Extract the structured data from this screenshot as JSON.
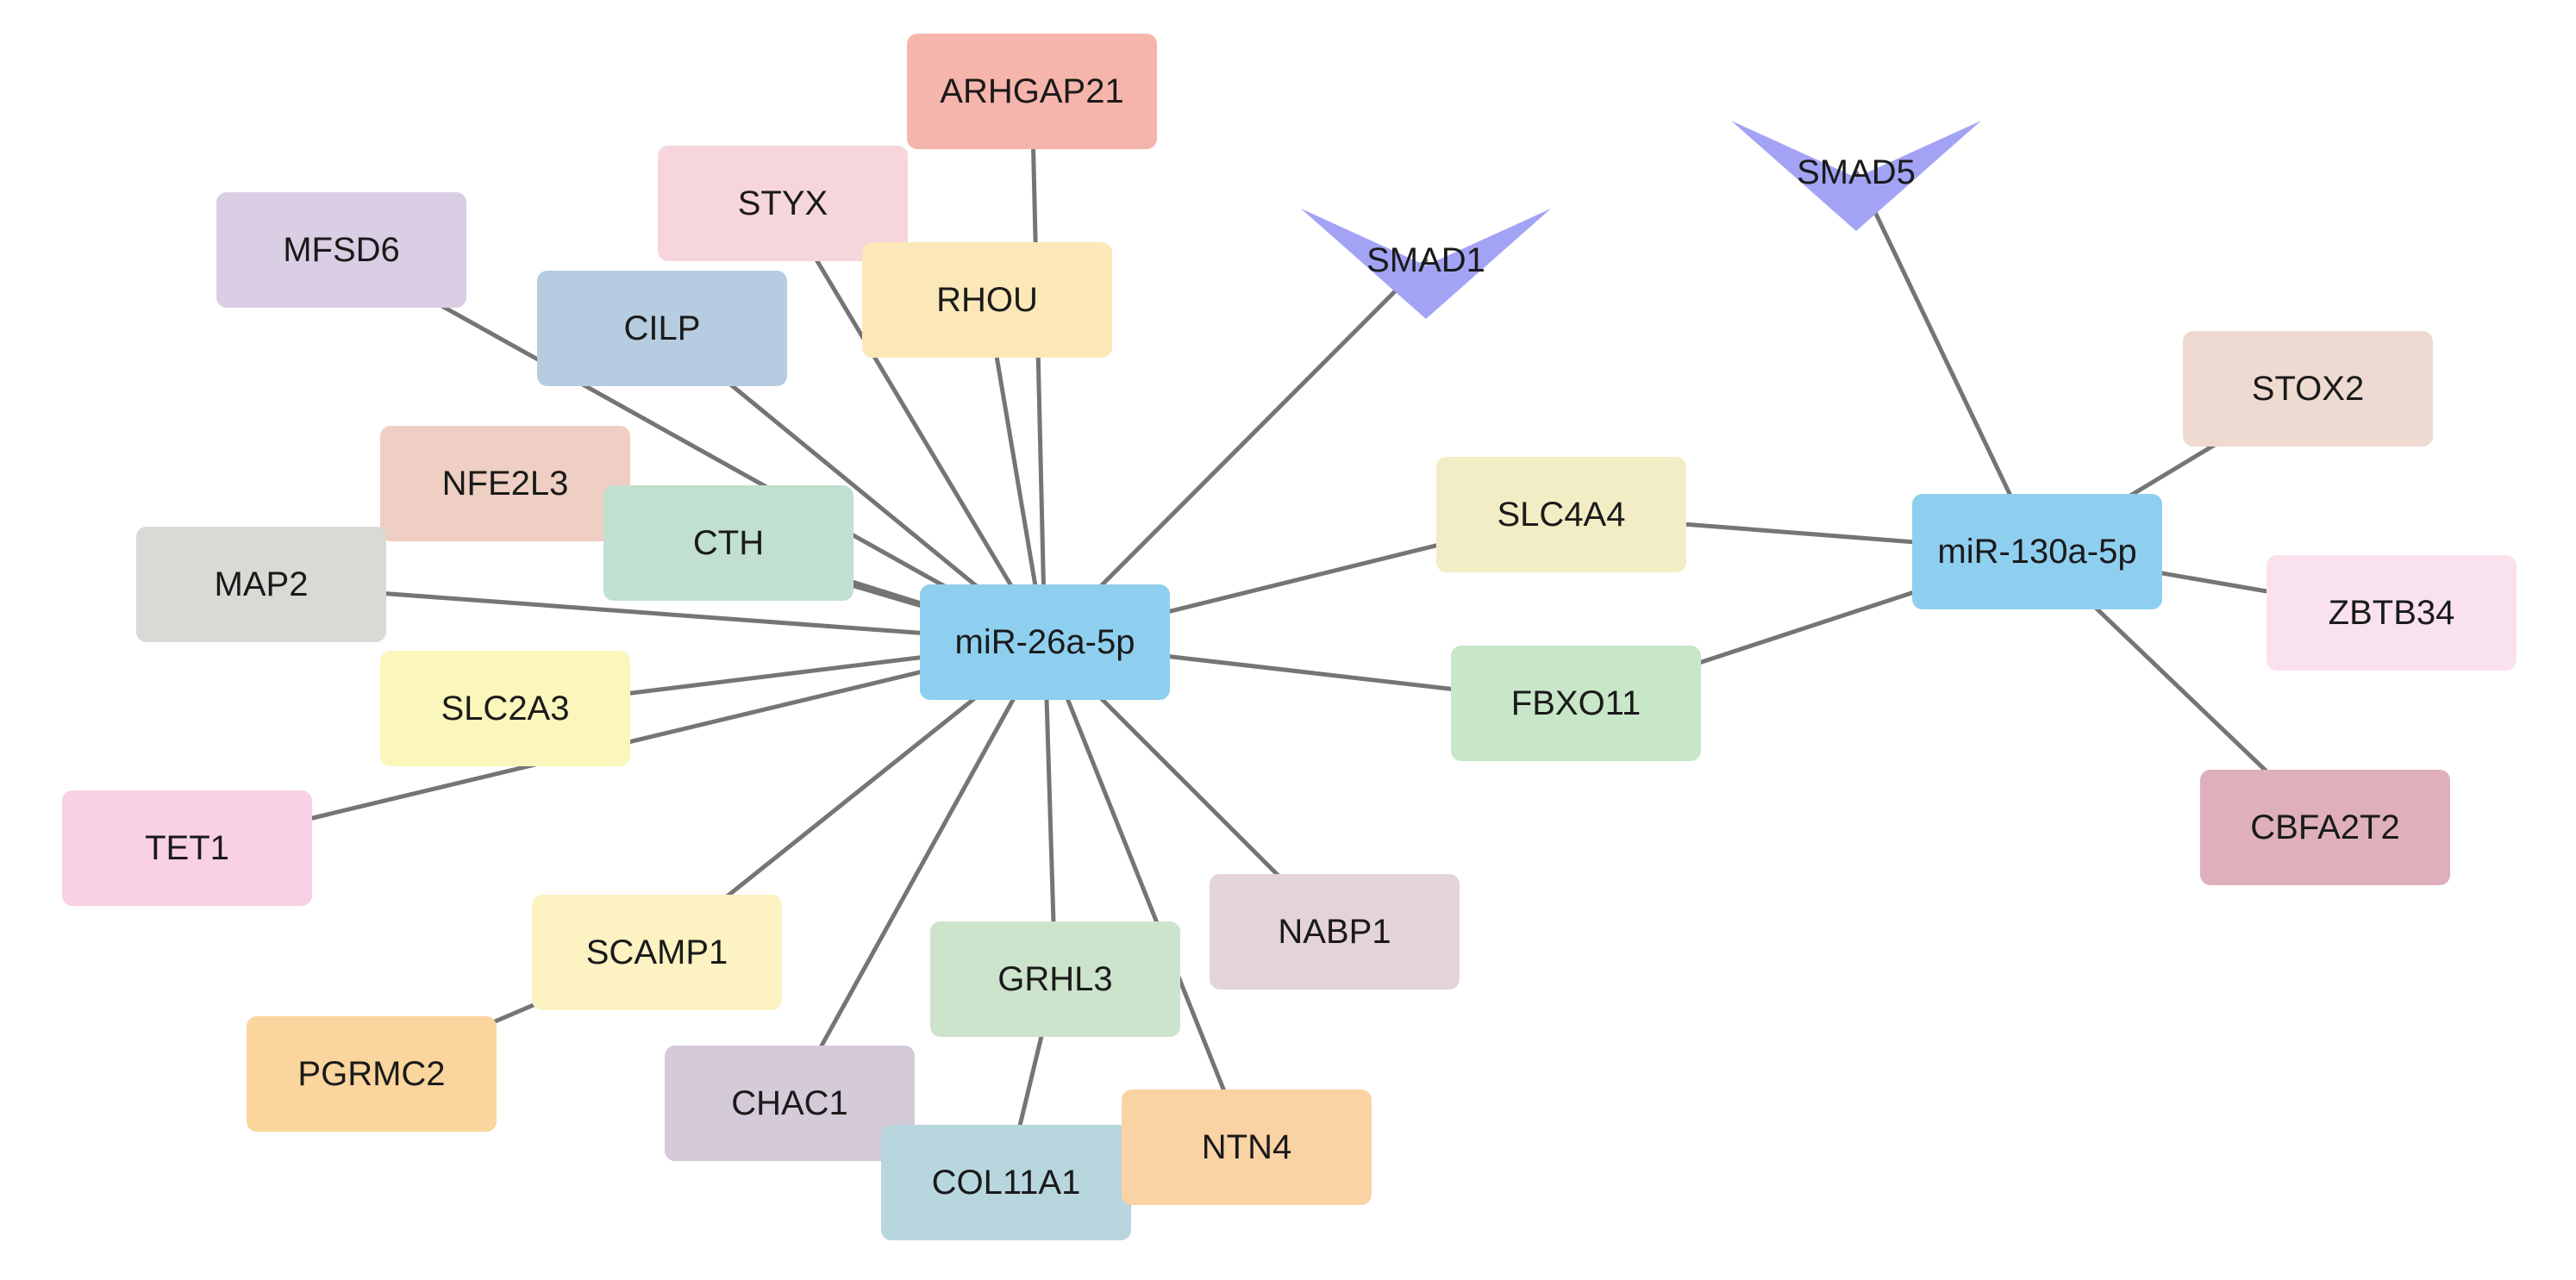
{
  "nodes": [
    {
      "id": "mir26a",
      "label": "miR-26a-5p",
      "shape": "rect",
      "color": "#8ECFF0"
    },
    {
      "id": "mir130a",
      "label": "miR-130a-5p",
      "shape": "rect",
      "color": "#8ECFF0"
    },
    {
      "id": "smad1",
      "label": "SMAD1",
      "shape": "vee",
      "color": "#A3A3F5"
    },
    {
      "id": "smad5",
      "label": "SMAD5",
      "shape": "vee",
      "color": "#A3A3F5"
    },
    {
      "id": "arhgap21",
      "label": "ARHGAP21",
      "shape": "rect",
      "color": "#F6B5AC"
    },
    {
      "id": "styx",
      "label": "STYX",
      "shape": "rect",
      "color": "#F6D6DC"
    },
    {
      "id": "rhou",
      "label": "RHOU",
      "shape": "rect",
      "color": "#FBE7B8"
    },
    {
      "id": "mfsd6",
      "label": "MFSD6",
      "shape": "rect",
      "color": "#D9CEE3"
    },
    {
      "id": "cilp",
      "label": "CILP",
      "shape": "rect",
      "color": "#B6CCE0"
    },
    {
      "id": "nfe2l3",
      "label": "NFE2L3",
      "shape": "rect",
      "color": "#EFCFC3"
    },
    {
      "id": "cth",
      "label": "CTH",
      "shape": "rect",
      "color": "#C1E0CF"
    },
    {
      "id": "map2",
      "label": "MAP2",
      "shape": "rect",
      "color": "#D8DAD6"
    },
    {
      "id": "slc2a3",
      "label": "SLC2A3",
      "shape": "rect",
      "color": "#FBF6BC"
    },
    {
      "id": "tet1",
      "label": "TET1",
      "shape": "rect",
      "color": "#F9D1E5"
    },
    {
      "id": "scamp1",
      "label": "SCAMP1",
      "shape": "rect",
      "color": "#FCF2C2"
    },
    {
      "id": "pgrmc2",
      "label": "PGRMC2",
      "shape": "rect",
      "color": "#FAD59D"
    },
    {
      "id": "chac1",
      "label": "CHAC1",
      "shape": "rect",
      "color": "#D5CAD8"
    },
    {
      "id": "grhl3",
      "label": "GRHL3",
      "shape": "rect",
      "color": "#CCE3CC"
    },
    {
      "id": "col11a1",
      "label": "COL11A1",
      "shape": "rect",
      "color": "#B8D6DD"
    },
    {
      "id": "nabp1",
      "label": "NABP1",
      "shape": "rect",
      "color": "#E5D3DC"
    },
    {
      "id": "ntn4",
      "label": "NTN4",
      "shape": "rect",
      "color": "#FAD3A5"
    },
    {
      "id": "slc4a4",
      "label": "SLC4A4",
      "shape": "rect",
      "color": "#F2EDC4"
    },
    {
      "id": "fbxo11",
      "label": "FBXO11",
      "shape": "rect",
      "color": "#C8E6C8"
    },
    {
      "id": "stox2",
      "label": "STOX2",
      "shape": "rect",
      "color": "#EEDAD0"
    },
    {
      "id": "zbtb34",
      "label": "ZBTB34",
      "shape": "rect",
      "color": "#F9E1EE"
    },
    {
      "id": "cbfa2t2",
      "label": "CBFA2T2",
      "shape": "rect",
      "color": "#DFB0BB"
    }
  ],
  "edges": [
    {
      "source": "mir26a",
      "target": "arhgap21"
    },
    {
      "source": "mir26a",
      "target": "styx"
    },
    {
      "source": "mir26a",
      "target": "rhou"
    },
    {
      "source": "mir26a",
      "target": "smad1"
    },
    {
      "source": "mir26a",
      "target": "mfsd6"
    },
    {
      "source": "mir26a",
      "target": "cilp"
    },
    {
      "source": "mir26a",
      "target": "nfe2l3"
    },
    {
      "source": "mir26a",
      "target": "cth"
    },
    {
      "source": "mir26a",
      "target": "map2"
    },
    {
      "source": "mir26a",
      "target": "slc2a3"
    },
    {
      "source": "mir26a",
      "target": "tet1"
    },
    {
      "source": "mir26a",
      "target": "scamp1"
    },
    {
      "source": "mir26a",
      "target": "chac1"
    },
    {
      "source": "mir26a",
      "target": "grhl3"
    },
    {
      "source": "mir26a",
      "target": "nabp1"
    },
    {
      "source": "mir26a",
      "target": "ntn4"
    },
    {
      "source": "mir26a",
      "target": "slc4a4"
    },
    {
      "source": "mir26a",
      "target": "fbxo11"
    },
    {
      "source": "scamp1",
      "target": "pgrmc2"
    },
    {
      "source": "grhl3",
      "target": "col11a1"
    },
    {
      "source": "mir130a",
      "target": "smad5"
    },
    {
      "source": "mir130a",
      "target": "slc4a4"
    },
    {
      "source": "mir130a",
      "target": "fbxo11"
    },
    {
      "source": "mir130a",
      "target": "stox2"
    },
    {
      "source": "mir130a",
      "target": "zbtb34"
    },
    {
      "source": "mir130a",
      "target": "cbfa2t2"
    }
  ],
  "style": {
    "edge_color": "#757575",
    "label_color": "#1a1a1a"
  }
}
